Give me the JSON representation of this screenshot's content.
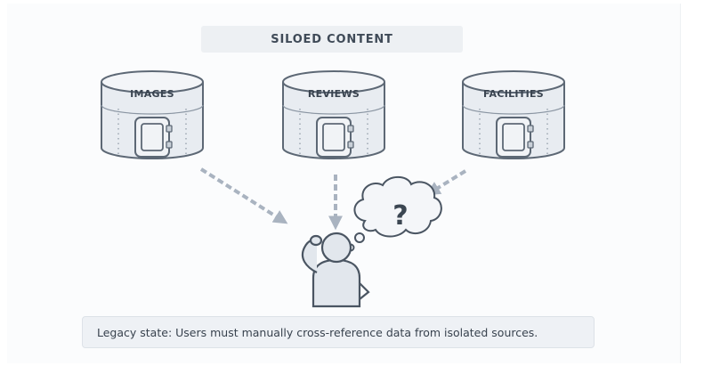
{
  "title": "SILOED CONTENT",
  "silos": [
    {
      "label": "IMAGES"
    },
    {
      "label": "REVIEWS"
    },
    {
      "label": "FACILITIES"
    }
  ],
  "thought": {
    "symbol": "?"
  },
  "caption": "Legacy state: Users must manually cross-reference data from isolated sources.",
  "colors": {
    "silo_fill": "#e8ecf1",
    "silo_stroke": "#5d6875",
    "arrow": "#a9b3c0",
    "person_fill": "#e2e7ed",
    "text": "#3a4450"
  }
}
